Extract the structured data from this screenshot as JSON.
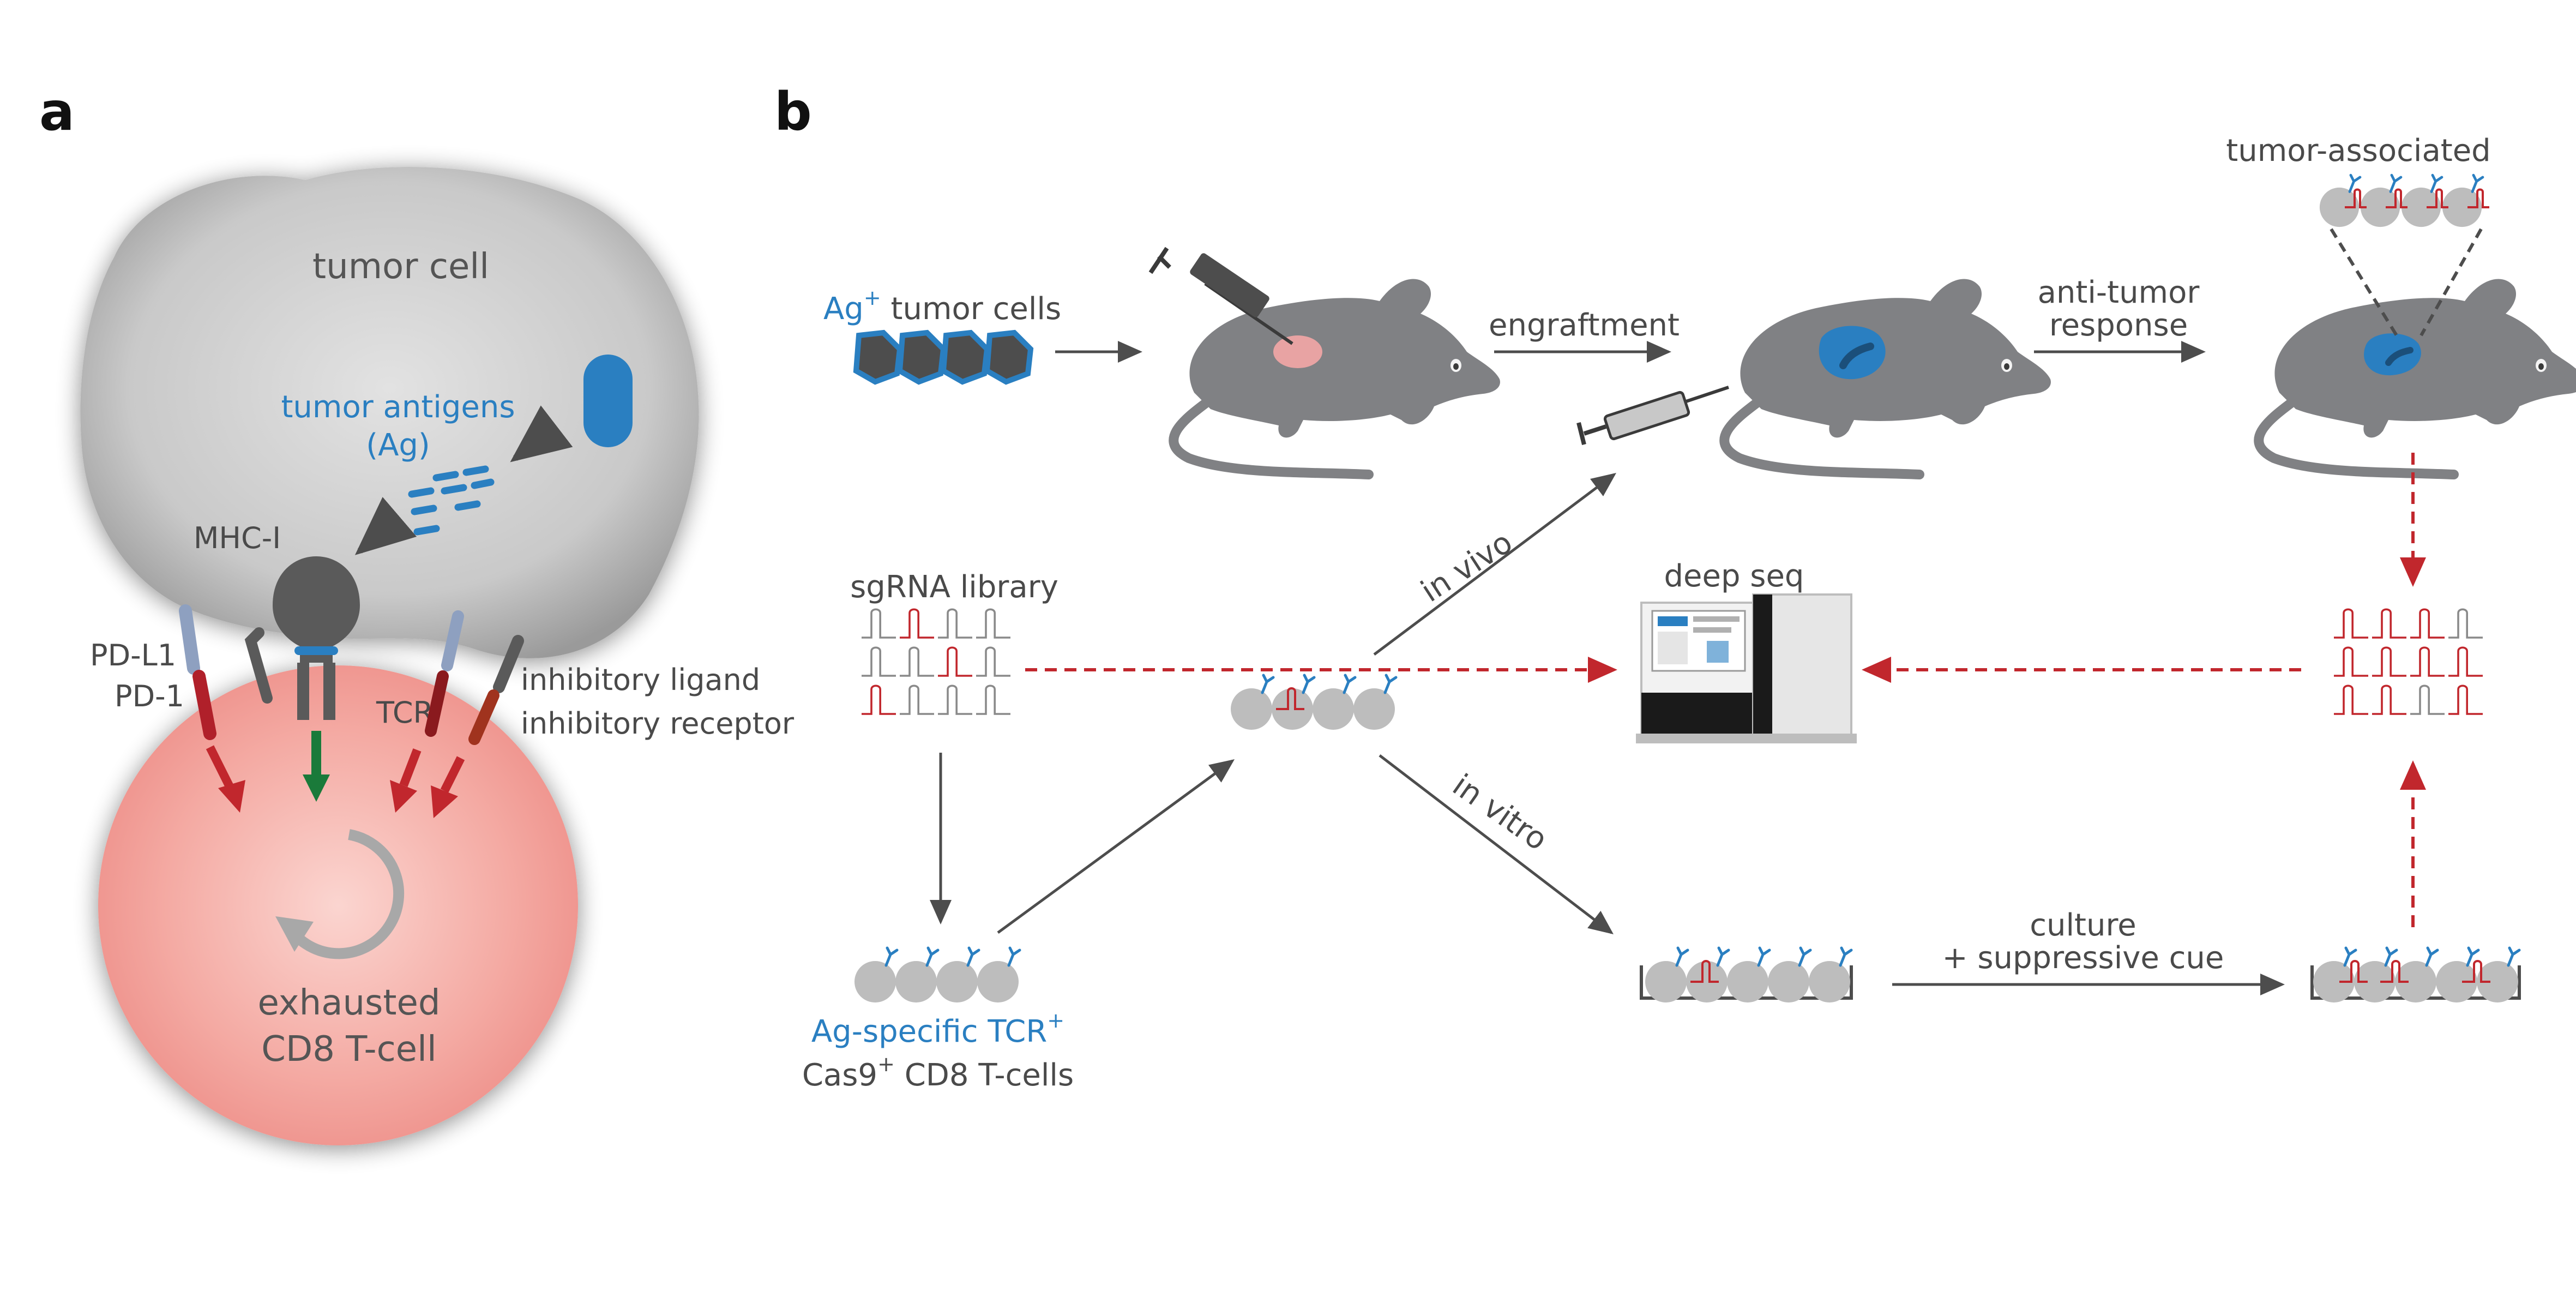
{
  "panel_a": {
    "letter": "a",
    "tumor_cell_label": "tumor cell",
    "tumor_antigens_label_1": "tumor antigens",
    "tumor_antigens_label_2": "(Ag)",
    "mhc_label": "MHC-I",
    "pdl1_label": "PD-L1",
    "pd1_label": "PD-1",
    "tcr_label": "TCR",
    "inhibitory_ligand_label": "inhibitory ligand",
    "inhibitory_receptor_label": "inhibitory receptor",
    "tcell_label_1": "exhausted",
    "tcell_label_2": "CD8 T-cell"
  },
  "panel_b": {
    "letter": "b",
    "ag_tumor_cells_prefix": "Ag",
    "ag_tumor_cells_sup": "+",
    "ag_tumor_cells_suffix": " tumor cells",
    "engraftment_label": "engraftment",
    "anti_tumor_label_1": "anti-tumor",
    "anti_tumor_label_2": "response",
    "tumor_associated_label": "tumor-associated",
    "sgrna_library_label": "sgRNA library",
    "in_vivo_label": "in vivo",
    "in_vitro_label": "in vitro",
    "deep_seq_label": "deep seq",
    "ag_specific_tcr_label": "Ag-specific TCR",
    "ag_specific_tcr_sup": "+",
    "cas9_prefix": "Cas9",
    "cas9_sup": "+",
    "cas9_suffix": " CD8 T-cells",
    "culture_label_1": "culture",
    "culture_label_2": "+ suppressive cue"
  },
  "colors": {
    "gray_arrow": "#4d4d4d",
    "red_dashed": "#c1272d",
    "blue_antigen": "#2a7fc1",
    "mouse_gray": "#808184",
    "tumor_cell_gray": "#c8c8c8",
    "tcell_pink": "#f4a6a0",
    "green_signal": "#1a7a3a"
  }
}
